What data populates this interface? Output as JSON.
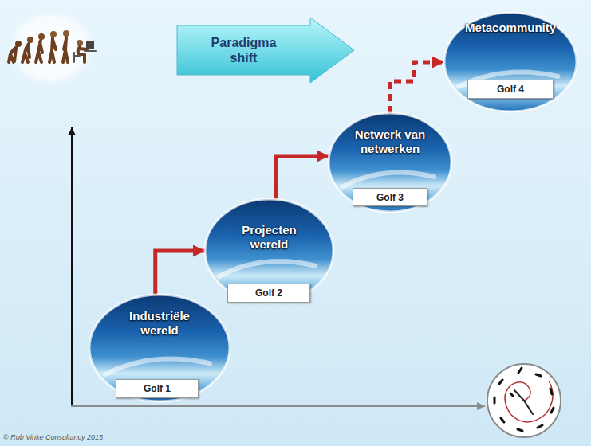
{
  "diagram": {
    "nodes": [
      {
        "text": [
          "Paradigma shift"
        ]
      },
      {
        "text": [
          "Metacommunity"
        ]
      },
      {
        "text": [
          "Golf 4"
        ],
        "in": 1
      },
      {
        "text": [
          "Netwerk van netwerken"
        ]
      },
      {
        "text": [
          "Golf 3"
        ],
        "in": 3
      },
      {
        "text": [
          "Projecten wereld"
        ]
      },
      {
        "text": [
          "Golf 2"
        ],
        "in": 5
      },
      {
        "text": [
          "Industriële wereld"
        ]
      },
      {
        "text": [
          "Golf 1"
        ],
        "in": 7
      }
    ],
    "edges": [
      {
        "from": 7,
        "to": 5,
        "arrow": "to"
      },
      {
        "from": 5,
        "to": 3,
        "arrow": "to"
      },
      {
        "from": 3,
        "to": 1,
        "arrow": "to"
      }
    ],
    "labels": [
      "© Rob Vinke Consultancy 2015"
    ]
  }
}
